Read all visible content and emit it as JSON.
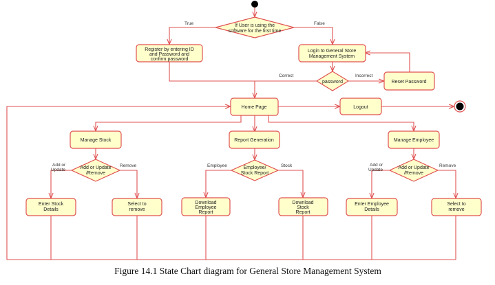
{
  "nodes": {
    "decision_first_time": [
      "If User is using the",
      "software for the first time"
    ],
    "register": [
      "Register by entering ID",
      "and Password and",
      "confirm password"
    ],
    "login": [
      "Login to General Store",
      "Management System"
    ],
    "password": [
      "password"
    ],
    "reset_password": [
      "Reset Password"
    ],
    "home_page": [
      "Home Page"
    ],
    "logout": [
      "Logout"
    ],
    "manage_stock": [
      "Manage Stock"
    ],
    "report_generation": [
      "Report Generation"
    ],
    "manage_employee": [
      "Manage Employee"
    ],
    "decision_stock": [
      "Add or Update",
      "/Remove"
    ],
    "decision_report": [
      "Employee/",
      "Stock Report"
    ],
    "decision_employee": [
      "Add or Update",
      "/Remove"
    ],
    "enter_stock": [
      "Enter Stock",
      "Details"
    ],
    "select_remove_stock": [
      "Select to",
      "remove"
    ],
    "download_employee": [
      "Download",
      "Employee",
      "Report"
    ],
    "download_stock": [
      "Download",
      "Stock",
      "Report"
    ],
    "enter_employee": [
      "Enter Employee",
      "Details"
    ],
    "select_remove_employee": [
      "Select to",
      "remove"
    ]
  },
  "edge_labels": {
    "true": "True",
    "false": "False",
    "correct": "Correct",
    "incorrect": "Incorrect",
    "stock_add": [
      "Add or",
      "Update"
    ],
    "stock_remove": "Remove",
    "report_employee": "Employee",
    "report_stock": "Stock",
    "employee_add": [
      "Add or",
      "Update"
    ],
    "employee_remove": "Remove"
  },
  "caption": "Figure 14.1 State Chart diagram for General Store Management System",
  "colors": {
    "node_fill": "#ffffcc",
    "node_stroke": "#e05050",
    "edge": "#e05050"
  }
}
